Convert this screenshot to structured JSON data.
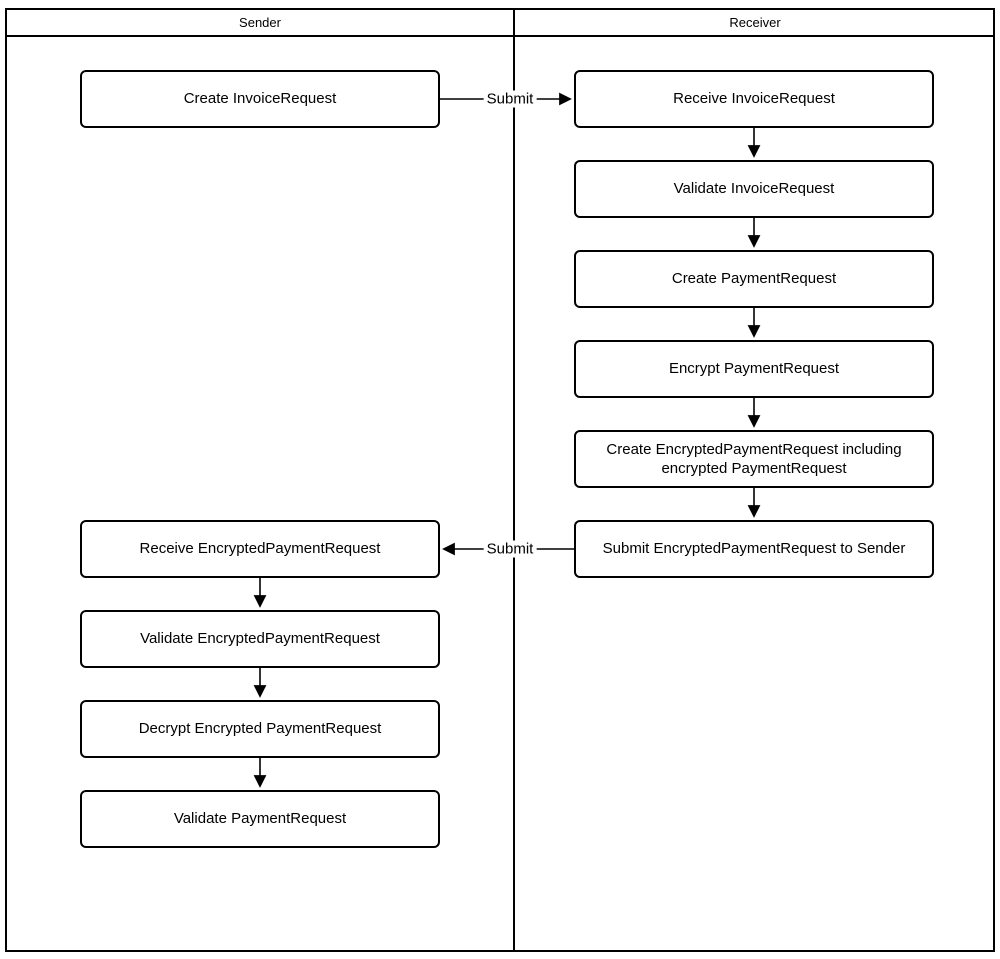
{
  "diagram": {
    "lanes": {
      "sender": {
        "title": "Sender"
      },
      "receiver": {
        "title": "Receiver"
      }
    },
    "sender_nodes": [
      {
        "label": "Create InvoiceRequest"
      },
      {
        "label": "Receive EncryptedPaymentRequest"
      },
      {
        "label": "Validate EncryptedPaymentRequest"
      },
      {
        "label": "Decrypt Encrypted PaymentRequest"
      },
      {
        "label": "Validate PaymentRequest"
      }
    ],
    "receiver_nodes": [
      {
        "label": "Receive InvoiceRequest"
      },
      {
        "label": "Validate InvoiceRequest"
      },
      {
        "label": "Create PaymentRequest"
      },
      {
        "label": "Encrypt PaymentRequest"
      },
      {
        "label": "Create EncryptedPaymentRequest including encrypted PaymentRequest"
      },
      {
        "label": "Submit EncryptedPaymentRequest to Sender"
      }
    ],
    "edge_labels": {
      "submit_invoice": "Submit",
      "submit_encrypted_payment": "Submit"
    },
    "colors": {
      "stroke": "#000000",
      "background": "#ffffff"
    }
  }
}
